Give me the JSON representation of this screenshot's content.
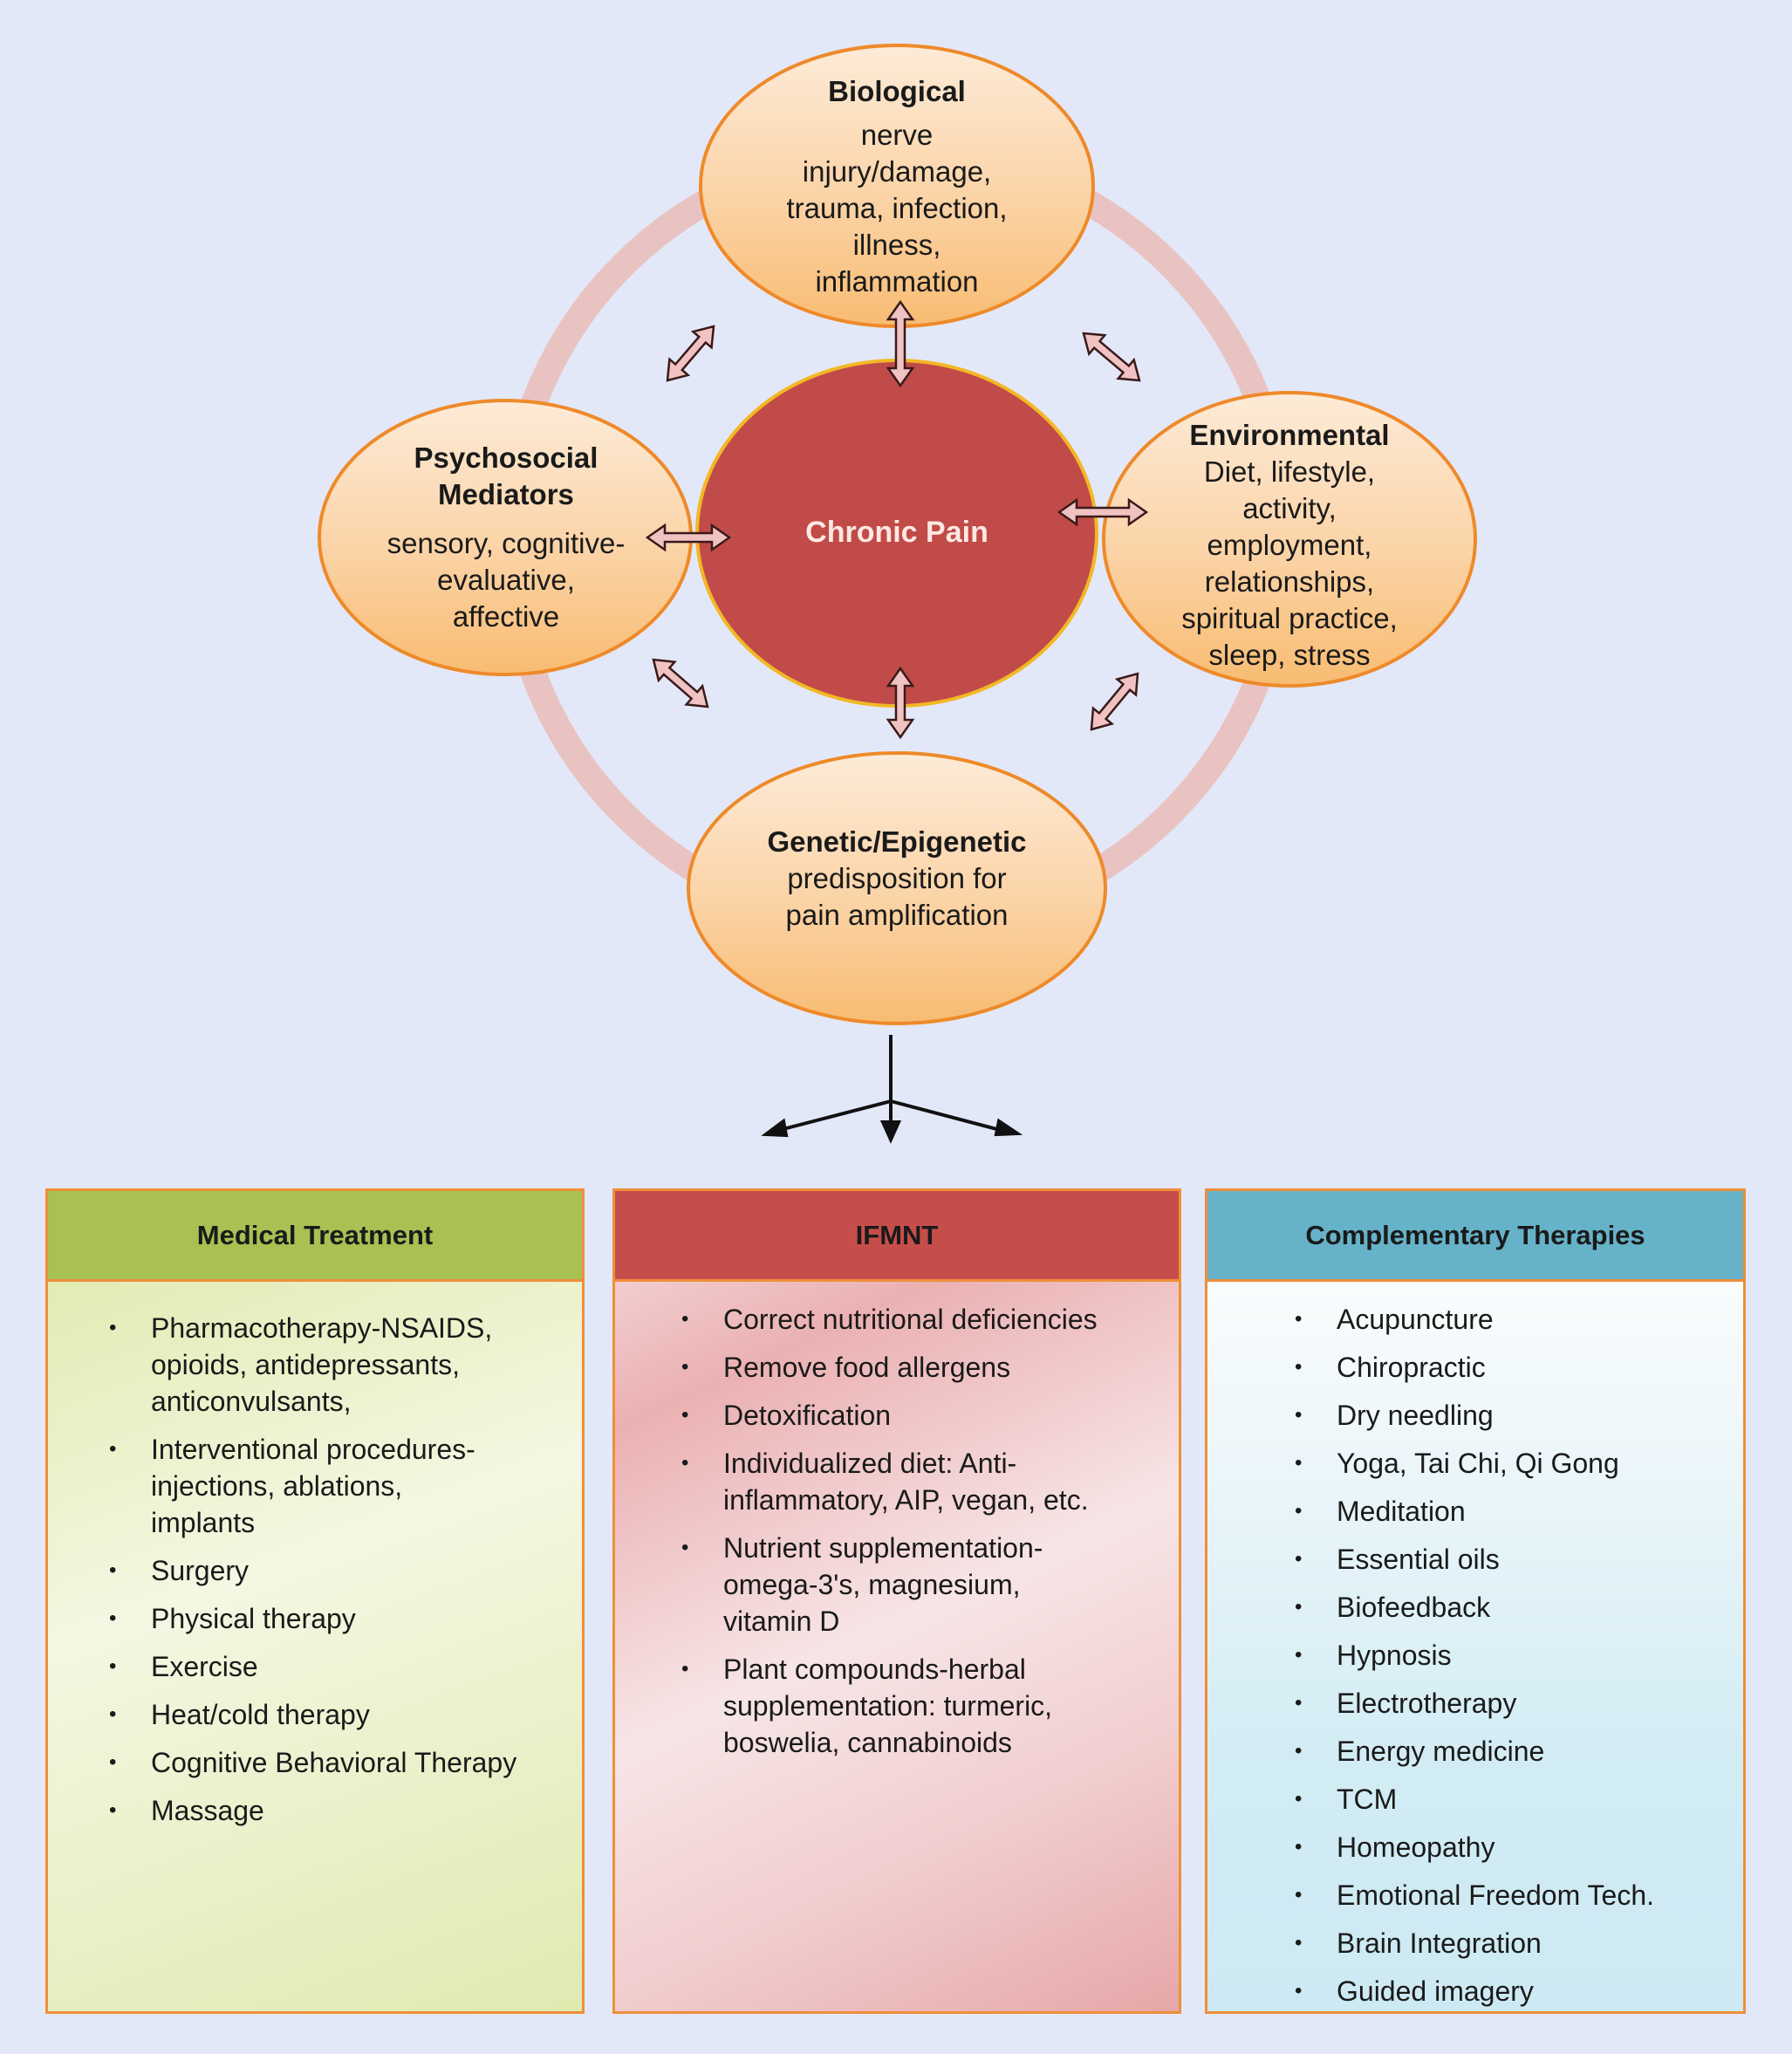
{
  "colors": {
    "background": "#e3e8f8",
    "ring": "#e9c3c2",
    "node_fill_top": "#fde9d4",
    "node_fill_bottom": "#f8c07a",
    "node_border": "#ee8a2a",
    "center_fill": "#c14b48",
    "center_border": "#f2b825",
    "arrow_fill": "#f1c2c2",
    "medical_header": "#a9c053",
    "ifmnt_header": "#c64e4a",
    "complementary_header": "#66b3c9"
  },
  "nodes": {
    "biological": {
      "title": "Biological",
      "body": "nerve\ninjury/damage,\ntrauma, infection,\nillness,\ninflammation"
    },
    "psychosocial": {
      "title": "Psychosocial\nMediators",
      "body": "sensory, cognitive-\nevaluative,\naffective"
    },
    "center": {
      "title": "Chronic Pain"
    },
    "environmental": {
      "title": "Environmental",
      "body": "Diet, lifestyle,\nactivity,\nemployment,\nrelationships,\nspiritual practice,\nsleep, stress"
    },
    "genetic": {
      "title": "Genetic/Epigenetic",
      "body": "predisposition for\npain amplification"
    }
  },
  "panels": {
    "medical": {
      "header": "Medical Treatment",
      "items": [
        "Pharmacotherapy-NSAIDS,\nopioids, antidepressants,\nanticonvulsants,",
        "Interventional procedures-\ninjections, ablations,\nimplants",
        "Surgery",
        "Physical therapy",
        "Exercise",
        "Heat/cold therapy",
        "Cognitive Behavioral Therapy",
        "Massage"
      ]
    },
    "ifmnt": {
      "header": "IFMNT",
      "items": [
        "Correct nutritional deficiencies",
        "Remove food allergens",
        "Detoxification",
        "Individualized diet: Anti-\ninflammatory, AIP, vegan, etc.",
        "Nutrient supplementation-\nomega-3's, magnesium,\nvitamin D",
        "Plant compounds-herbal\nsupplementation: turmeric,\nboswelia, cannabinoids"
      ]
    },
    "complementary": {
      "header": "Complementary Therapies",
      "items": [
        "Acupuncture",
        "Chiropractic",
        "Dry needling",
        "Yoga, Tai Chi, Qi Gong",
        "Meditation",
        "Essential oils",
        "Biofeedback",
        "Hypnosis",
        "Electrotherapy",
        "Energy medicine",
        "TCM",
        "Homeopathy",
        "Emotional Freedom Tech.",
        "Brain Integration",
        "Guided imagery"
      ]
    }
  }
}
